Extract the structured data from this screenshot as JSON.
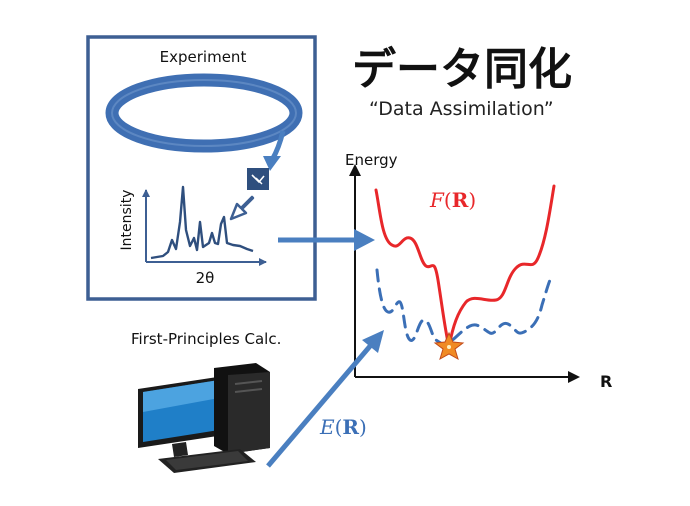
{
  "experiment": {
    "title": "Experiment",
    "ylabel": "Intensity",
    "xlabel": "2θ"
  },
  "header": {
    "title_jp": "データ同化",
    "title_en": "“Data Assimilation”"
  },
  "plot": {
    "ylabel": "Energy",
    "xlabel": "R",
    "curve_F": {
      "func": "F",
      "arg": "R",
      "color": "#e8272a"
    },
    "curve_E": {
      "func": "E",
      "arg": "R",
      "color": "#3b6fb6"
    },
    "minimum_marker_color": "#f08a24"
  },
  "calc": {
    "label": "First-Principles Calc."
  },
  "colors": {
    "frame": "#3d5f93",
    "arrow": "#4a7fc0",
    "text": "#111111"
  }
}
